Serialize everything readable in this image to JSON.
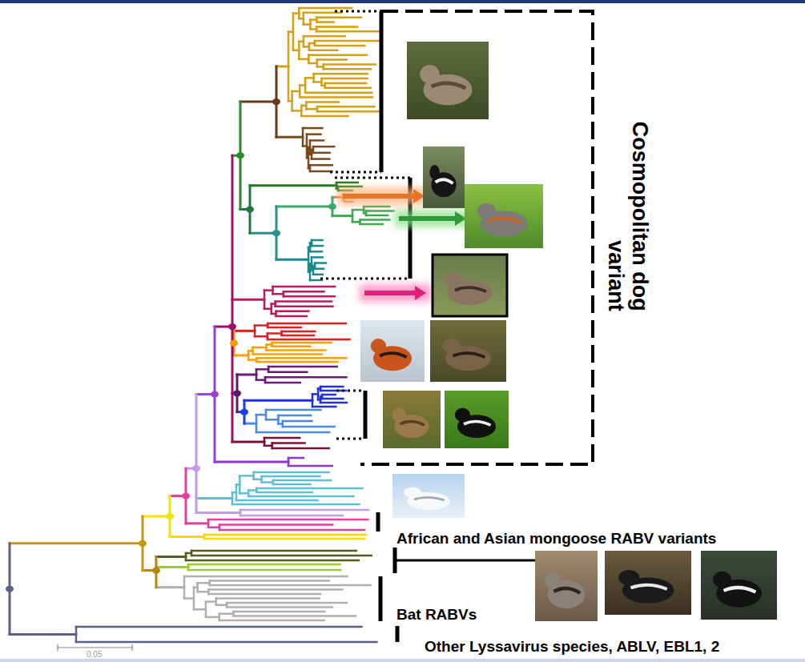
{
  "diagram": {
    "labels": [
      "Cosmopolitan dog variant",
      "African and Asian mongoose RABV variants",
      "Bat RABVs",
      "Other Lyssavirus species, ABLV, EBL1, 2",
      "0.05"
    ]
  }
}
